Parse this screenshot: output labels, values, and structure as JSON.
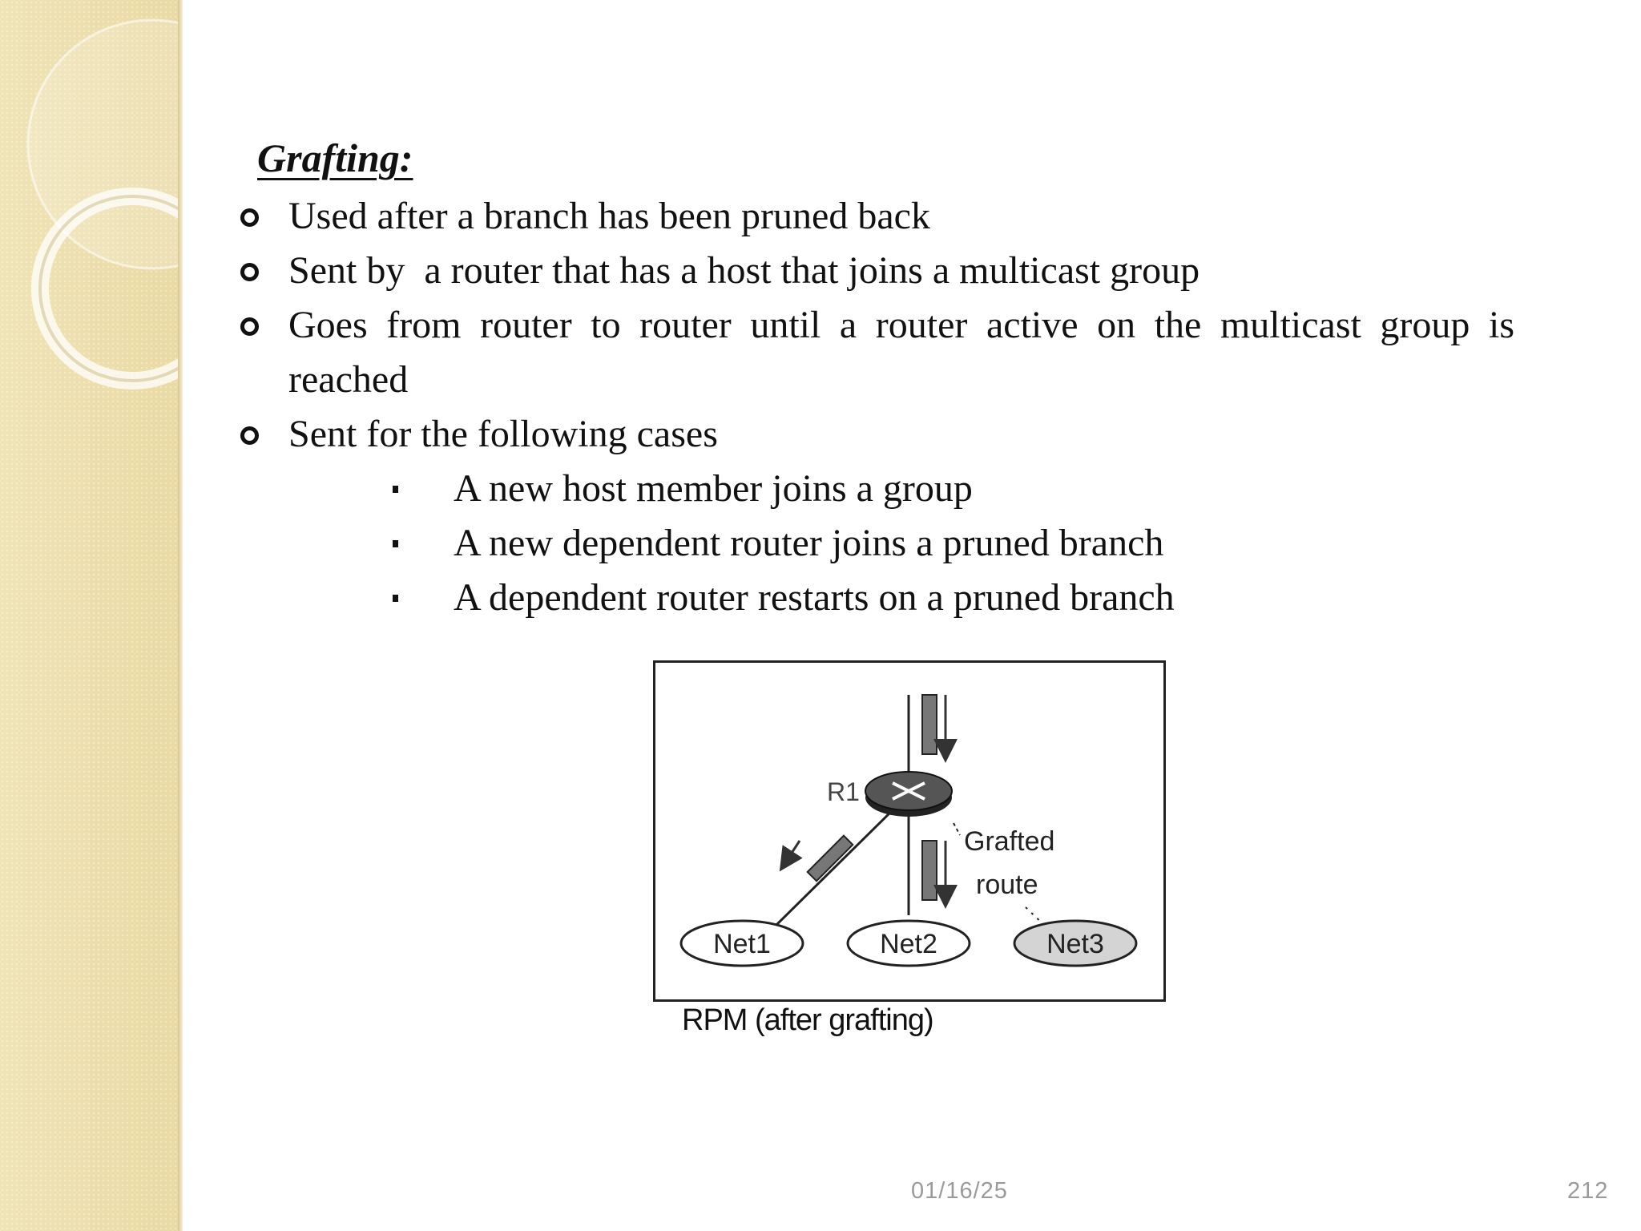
{
  "slide": {
    "title": "Grafting:",
    "bullets": [
      "Used after a branch has been pruned back",
      "Sent by  a router that has a host that joins a multicast group",
      "Goes from router to router until a router active on the multicast group is reached",
      "Sent for the following cases"
    ],
    "sub_bullets": [
      "A new host member joins a group",
      "A new dependent router joins a pruned branch",
      "A dependent router restarts on a pruned branch"
    ]
  },
  "figure": {
    "router_label": "R1",
    "annotation_line1": "Grafted",
    "annotation_line2": "route",
    "nets": [
      "Net1",
      "Net2",
      "Net3"
    ],
    "caption": "RPM (after grafting)"
  },
  "footer": {
    "date": "01/16/25",
    "page": "212"
  },
  "colors": {
    "sidebar": "#efe3b2",
    "net3_fill": "#d4d4d4"
  }
}
